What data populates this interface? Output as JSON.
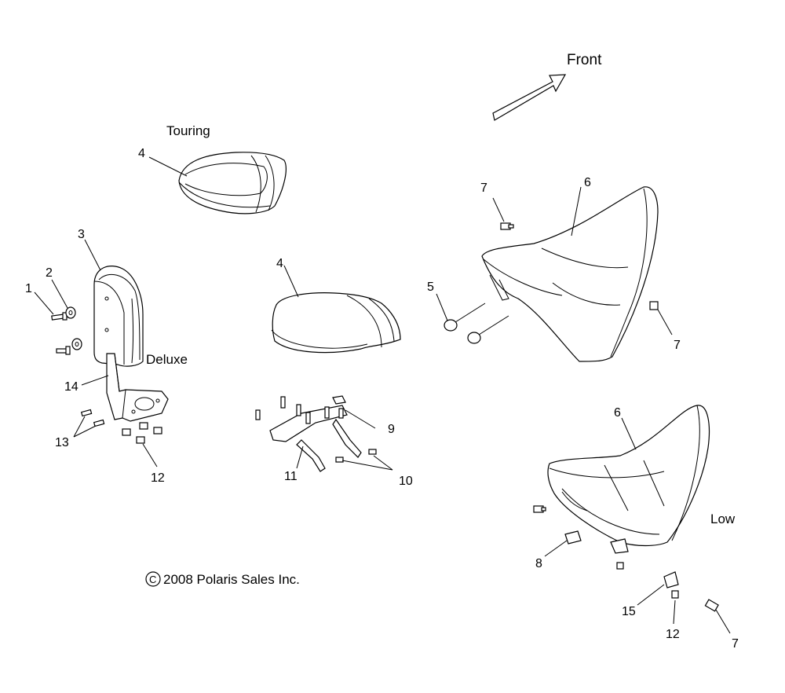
{
  "labels": {
    "front": "Front",
    "touring": "Touring",
    "deluxe": "Deluxe",
    "low": "Low",
    "copyright_symbol": "C",
    "copyright": "2008 Polaris Sales Inc."
  },
  "callouts": {
    "c1": "1",
    "c2": "2",
    "c3": "3",
    "c4_touring": "4",
    "c4_std": "4",
    "c5": "5",
    "c6_std": "6",
    "c6_low": "6",
    "c7_top": "7",
    "c7_right": "7",
    "c7_bottom": "7",
    "c8": "8",
    "c9": "9",
    "c10": "10",
    "c11": "11",
    "c12_left": "12",
    "c12_low": "12",
    "c13": "13",
    "c14": "14",
    "c15": "15"
  },
  "icons": {
    "front_arrow": "front-arrow-icon"
  }
}
